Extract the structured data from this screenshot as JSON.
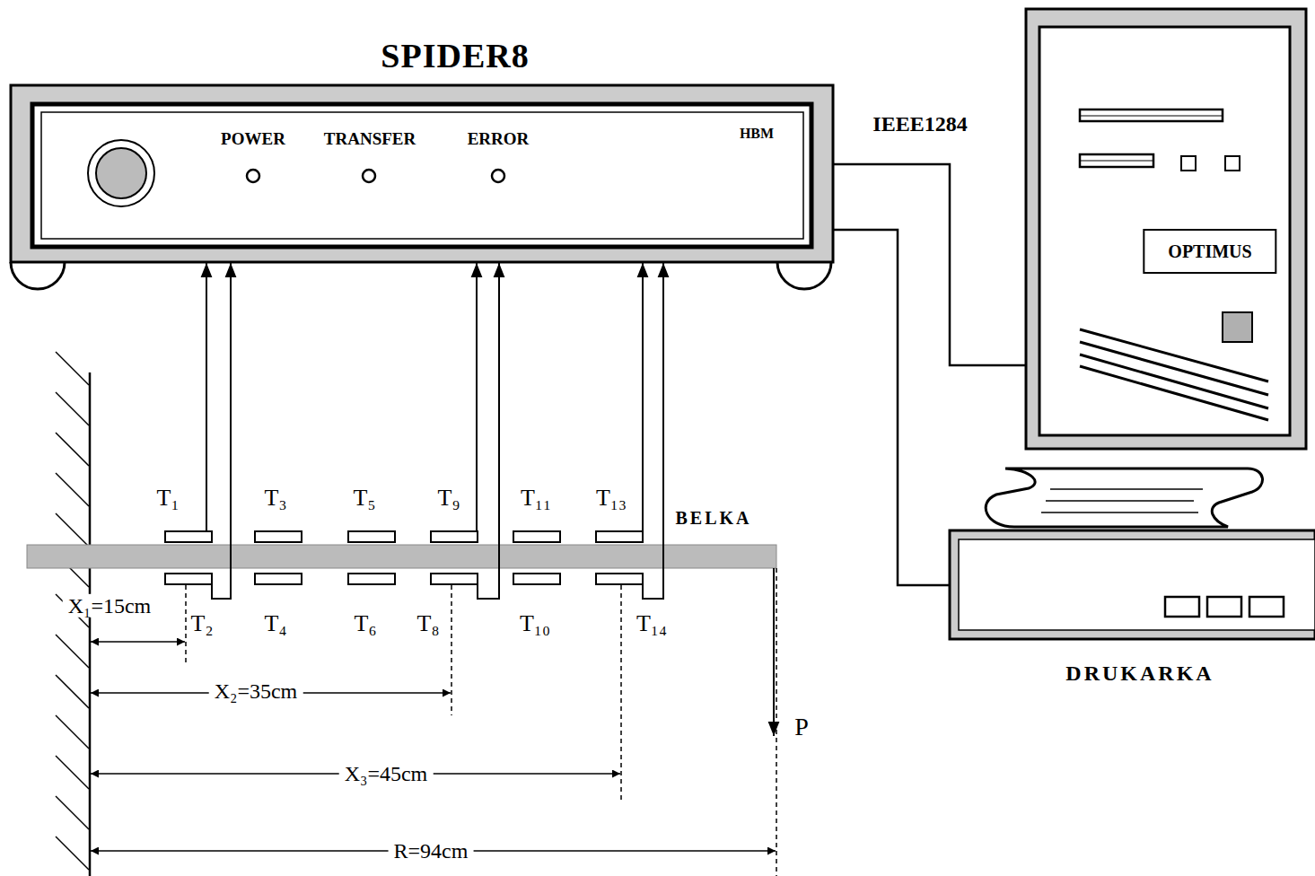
{
  "diagram": {
    "nodes": [
      {
        "text": [
          "SPIDER8",
          "POWER",
          "TRANSFER",
          "ERROR",
          "HBM"
        ]
      },
      {
        "text": [
          "OPTIMUS"
        ]
      },
      {
        "text": [
          "DRUKARKA"
        ]
      },
      {
        "text": [
          "BELKA"
        ]
      }
    ],
    "edges": [
      {
        "from": 0,
        "to": 1,
        "label": "IEEE1284",
        "arrow": "none"
      },
      {
        "from": 0,
        "to": 2,
        "arrow": "none"
      }
    ],
    "labels": [
      "T₁",
      "T₃",
      "T₅",
      "T₉",
      "T₁₁",
      "T₁₃",
      "T₂",
      "T₄",
      "T₆",
      "T₈",
      "T₁₀",
      "T₁₄",
      "X₁=15cm",
      "X₂=35cm",
      "X₃=45cm",
      "R=94cm",
      "P"
    ]
  }
}
